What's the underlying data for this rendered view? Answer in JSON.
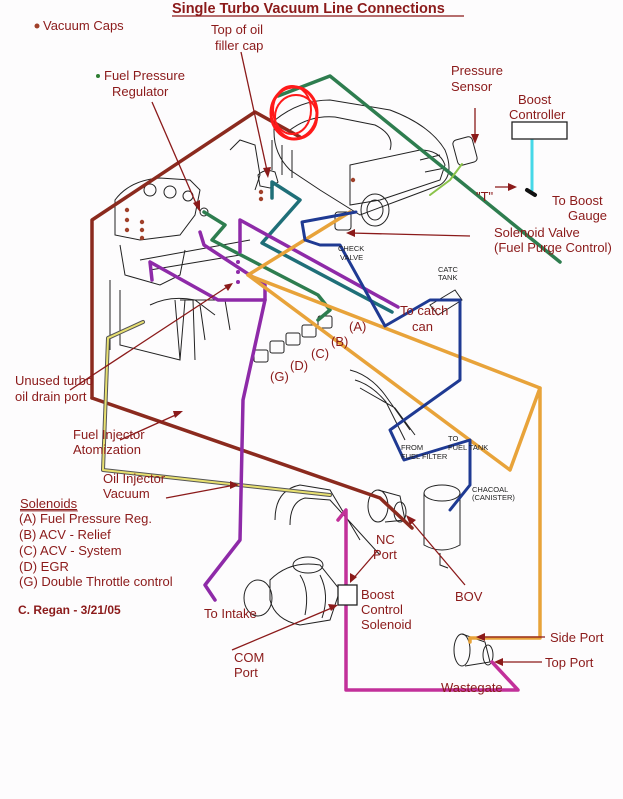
{
  "title": "Single Turbo Vacuum Line Connections",
  "legend": {
    "vacuum_caps": "Vacuum Caps",
    "vacuum_caps_color": "#a0402a",
    "fuel_pressure_regulator": "Fuel Pressure",
    "fuel_pressure_regulator_2": "Regulator",
    "fuel_pressure_regulator_color": "#2e7d32"
  },
  "labels": {
    "oil_filler_1": "Top of oil",
    "oil_filler_2": "filler cap",
    "pressure_sensor_1": "Pressure",
    "pressure_sensor_2": "Sensor",
    "boost_controller_1": "Boost",
    "boost_controller_2": "Controller",
    "tee": "\"T\"",
    "to_boost_gauge_1": "To Boost",
    "to_boost_gauge_2": "Gauge",
    "solenoid_valve_1": "Solenoid Valve",
    "solenoid_valve_2": "(Fuel Purge Control)",
    "check_valve_1": "CHECK",
    "check_valve_2": "VALVE",
    "catch_tank_1": "CATC",
    "catch_tank_2": "TANK",
    "to_catch_can_1": "To catch",
    "to_catch_can_2": "can",
    "sol_a": "(A)",
    "sol_b": "(B)",
    "sol_c": "(C)",
    "sol_d": "(D)",
    "sol_g": "(G)",
    "unused_drain_1": "Unused turbo",
    "unused_drain_2": "oil drain port",
    "fuel_inj_atom_1": "Fuel Injector",
    "fuel_inj_atom_2": "Atomization",
    "oil_inj_1": "Oil Injector",
    "oil_inj_2": "Vacuum",
    "from_fuel_filter_1": "FROM",
    "from_fuel_filter_2": "FUEL FILTER",
    "to_fuel_tank_1": "TO",
    "to_fuel_tank_2": "FUEL TANK",
    "charcoal_1": "CHACOAL",
    "charcoal_2": "(CANISTER)",
    "nc_port_1": "NC",
    "nc_port_2": "Port",
    "bov": "BOV",
    "to_intake": "To Intake",
    "bcs_1": "Boost",
    "bcs_2": "Control",
    "bcs_3": "Solenoid",
    "com_port_1": "COM",
    "com_port_2": "Port",
    "side_port": "Side Port",
    "top_port": "Top Port",
    "wastegate": "Wastegate"
  },
  "solenoids": {
    "heading": "Solenoids",
    "items": [
      "(A) Fuel Pressure Reg.",
      "(B) ACV - Relief",
      "(C) ACV - System",
      "(D) EGR",
      "(G) Double Throttle control"
    ]
  },
  "credit": "C. Regan - 3/21/05",
  "line_colors": {
    "label_red": "#8b1a1a",
    "brown": "#8b2a1e",
    "green": "#2e7d4f",
    "teal": "#1f6f78",
    "orange": "#e8a33a",
    "purple": "#8e2aa8",
    "navy": "#1f3a93",
    "magenta": "#c2309a",
    "yellow": "#e8e070",
    "cyan": "#46d8e8",
    "highlight_red": "#ff1a1a"
  }
}
